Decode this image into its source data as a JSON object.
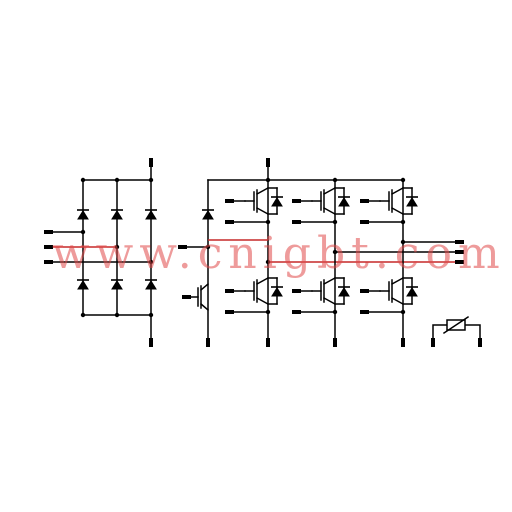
{
  "watermark": "www.cnigbt.com",
  "colors": {
    "line": "#000000",
    "connection_highlight": "#c62828",
    "watermark": "#e04848"
  },
  "components": {
    "rectifier": "three-phase-diode-bridge",
    "brake_chopper": "igbt-with-freewheel-diode",
    "inverter": "three-phase-igbt-bridge",
    "sensor": "ntc-thermistor"
  }
}
